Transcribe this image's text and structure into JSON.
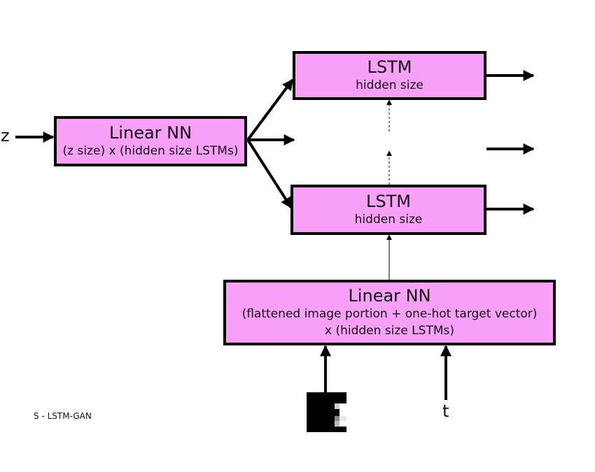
{
  "nodes": {
    "linear_nn_z": {
      "title": "Linear NN",
      "subtitle": "(z size) x (hidden size LSTMs)"
    },
    "lstm_top": {
      "title": "LSTM",
      "subtitle": "hidden size"
    },
    "lstm_bottom": {
      "title": "LSTM",
      "subtitle": "hidden size"
    },
    "linear_nn_image": {
      "title": "Linear NN",
      "line2": "(flattened image portion + one-hot target vector)",
      "line3": "x (hidden size LSTMs)"
    }
  },
  "inputs": {
    "z": "z",
    "t": "t"
  },
  "footer": "S - LSTM-GAN",
  "colors": {
    "box_fill": "#f9a0f9",
    "stroke": "#000000"
  },
  "icons": {
    "image_input": "pixelated-image-patch-icon"
  }
}
